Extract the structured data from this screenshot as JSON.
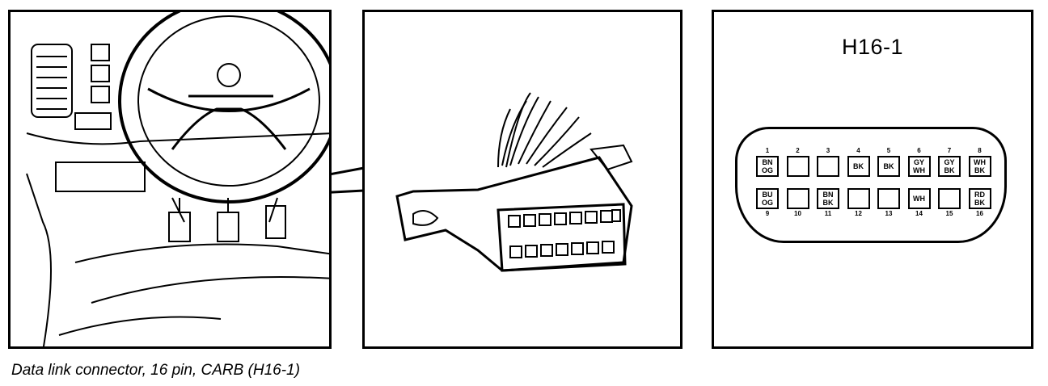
{
  "pinout": {
    "title": "H16-1",
    "pins": [
      {
        "num": "1",
        "label": "BN\nOG"
      },
      {
        "num": "2",
        "label": ""
      },
      {
        "num": "3",
        "label": ""
      },
      {
        "num": "4",
        "label": "BK"
      },
      {
        "num": "5",
        "label": "BK"
      },
      {
        "num": "6",
        "label": "GY\nWH"
      },
      {
        "num": "7",
        "label": "GY\nBK"
      },
      {
        "num": "8",
        "label": "WH\nBK"
      },
      {
        "num": "9",
        "label": "BU\nOG"
      },
      {
        "num": "10",
        "label": ""
      },
      {
        "num": "11",
        "label": "BN\nBK"
      },
      {
        "num": "12",
        "label": ""
      },
      {
        "num": "13",
        "label": ""
      },
      {
        "num": "14",
        "label": "WH"
      },
      {
        "num": "15",
        "label": ""
      },
      {
        "num": "16",
        "label": "RD\nBK"
      }
    ]
  },
  "caption": "Data link connector, 16 pin, CARB (H16-1)"
}
